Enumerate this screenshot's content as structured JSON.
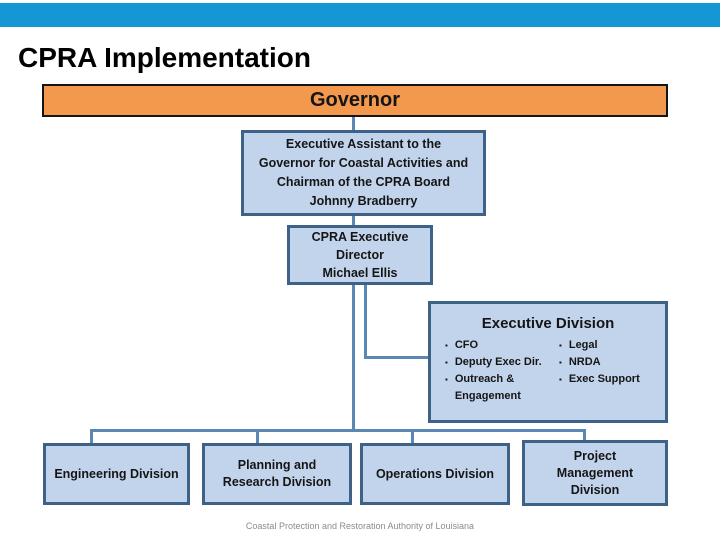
{
  "slide": {
    "title": "CPRA Implementation",
    "footer": "Coastal Protection and Restoration Authority of Louisiana"
  },
  "colors": {
    "top_bar": "#1497d4",
    "governor_fill": "#f2994e",
    "governor_border": "#141414",
    "box_fill": "#c2d4ec",
    "box_border": "#3e6188",
    "connector": "#5b87b5",
    "text": "#151515",
    "footer_text": "#8c8c8c"
  },
  "org_chart": {
    "governor": {
      "label": "Governor"
    },
    "executive_assistant": {
      "label": "Executive Assistant to the\nGovernor for Coastal Activities and\nChairman of the CPRA Board\nJohnny Bradberry"
    },
    "executive_director": {
      "label": "CPRA Executive\nDirector\nMichael Ellis"
    },
    "executive_division": {
      "title": "Executive Division",
      "bullet_icon": "▪",
      "left_items": [
        "CFO",
        "Deputy Exec Dir.",
        "Outreach & Engagement"
      ],
      "right_items": [
        "Legal",
        "NRDA",
        "Exec Support"
      ]
    },
    "bottom_row": [
      {
        "label": "Engineering Division"
      },
      {
        "label": "Planning and\nResearch Division"
      },
      {
        "label": "Operations Division"
      },
      {
        "label": "Project\nManagement\nDivision"
      }
    ]
  }
}
